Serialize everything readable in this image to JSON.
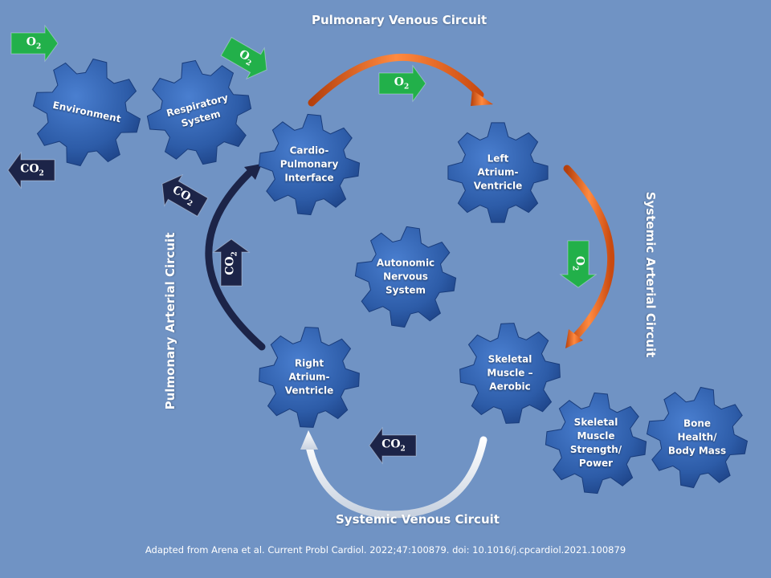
{
  "gears": [
    {
      "id": "environment",
      "label": "Environment"
    },
    {
      "id": "respiratory-system",
      "label": "Respiratory\nSystem"
    },
    {
      "id": "cardio-pulmonary-interface",
      "label": "Cardio-\nPulmonary\nInterface"
    },
    {
      "id": "left-atrium-ventricle",
      "label": "Left\nAtrium-\nVentricle"
    },
    {
      "id": "autonomic-nervous-system",
      "label": "Autonomic\nNervous\nSystem"
    },
    {
      "id": "right-atrium-ventricle",
      "label": "Right\nAtrium-\nVentricle"
    },
    {
      "id": "skeletal-muscle-aerobic",
      "label": "Skeletal\nMuscle –\nAerobic"
    },
    {
      "id": "skeletal-muscle-strength",
      "label": "Skeletal\nMuscle\nStrength/\nPower"
    },
    {
      "id": "bone-health",
      "label": "Bone\nHealth/\nBody Mass"
    }
  ],
  "circuits": {
    "pulmonary_venous": "Pulmonary Venous Circuit",
    "systemic_arterial": "Systemic Arterial Circuit",
    "systemic_venous": "Systemic Venous Circuit",
    "pulmonary_arterial": "Pulmonary Arterial Circuit"
  },
  "gases": {
    "o2": "O",
    "co2": "CO",
    "sub": "2"
  },
  "colors": {
    "background": "#7093c4",
    "gear": "#2f5fae",
    "o2_arrow": "#22b04a",
    "co2_arrow": "#1c2448",
    "arterial_arc": "#e8601c",
    "venous_arc": "#ffffff",
    "pulmonary_arterial_arc": "#1c2448"
  },
  "footer": "Adapted from Arena et al. Current Probl Cardiol. 2022;47:100879. doi: 10.1016/j.cpcardiol.2021.100879"
}
